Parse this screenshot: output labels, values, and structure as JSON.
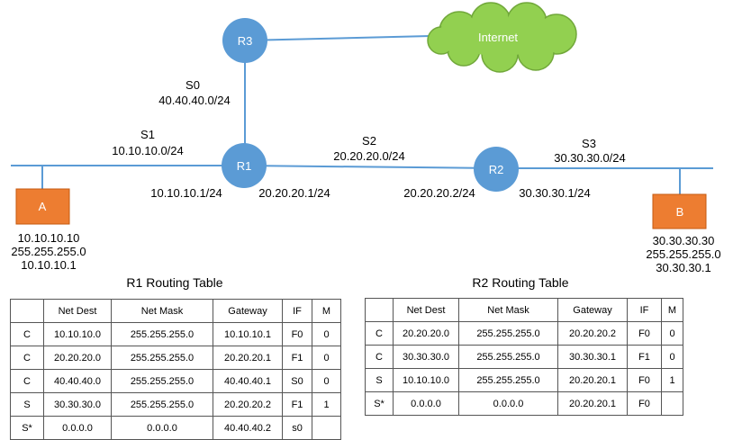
{
  "diagram": {
    "nodes": {
      "r3": "R3",
      "r1": "R1",
      "r2": "R2",
      "host_a": "A",
      "host_b": "B",
      "internet": "Internet"
    },
    "segments": {
      "s0_name": "S0",
      "s0_net": "40.40.40.0/24",
      "s1_name": "S1",
      "s1_net": "10.10.10.0/24",
      "s2_name": "S2",
      "s2_net": "20.20.20.0/24",
      "s3_name": "S3",
      "s3_net": "30.30.30.0/24"
    },
    "interfaces": {
      "r1_left": "10.10.10.1/24",
      "r1_right": "20.20.20.1/24",
      "r2_left": "20.20.20.2/24",
      "r2_right": "30.30.30.1/24"
    },
    "host_a_info": [
      "10.10.10.10",
      "255.255.255.0",
      "10.10.10.1"
    ],
    "host_b_info": [
      "30.30.30.30",
      "255.255.255.0",
      "30.30.30.1"
    ],
    "colors": {
      "router_fill": "#5b9bd5",
      "host_fill": "#ed7d31",
      "cloud_fill": "#92d050",
      "line": "#5b9bd5"
    }
  },
  "tables": {
    "r1": {
      "title": "R1 Routing Table",
      "headers": [
        "",
        "Net Dest",
        "Net Mask",
        "Gateway",
        "IF",
        "M"
      ],
      "rows": [
        [
          "C",
          "10.10.10.0",
          "255.255.255.0",
          "10.10.10.1",
          "F0",
          "0"
        ],
        [
          "C",
          "20.20.20.0",
          "255.255.255.0",
          "20.20.20.1",
          "F1",
          "0"
        ],
        [
          "C",
          "40.40.40.0",
          "255.255.255.0",
          "40.40.40.1",
          "S0",
          "0"
        ],
        [
          "S",
          "30.30.30.0",
          "255.255.255.0",
          "20.20.20.2",
          "F1",
          "1"
        ],
        [
          "S*",
          "0.0.0.0",
          "0.0.0.0",
          "40.40.40.2",
          "s0",
          ""
        ]
      ]
    },
    "r2": {
      "title": "R2 Routing Table",
      "headers": [
        "",
        "Net Dest",
        "Net Mask",
        "Gateway",
        "IF",
        "M"
      ],
      "rows": [
        [
          "C",
          "20.20.20.0",
          "255.255.255.0",
          "20.20.20.2",
          "F0",
          "0"
        ],
        [
          "C",
          "30.30.30.0",
          "255.255.255.0",
          "30.30.30.1",
          "F1",
          "0"
        ],
        [
          "S",
          "10.10.10.0",
          "255.255.255.0",
          "20.20.20.1",
          "F0",
          "1"
        ],
        [
          "S*",
          "0.0.0.0",
          "0.0.0.0",
          "20.20.20.1",
          "F0",
          ""
        ]
      ]
    }
  }
}
